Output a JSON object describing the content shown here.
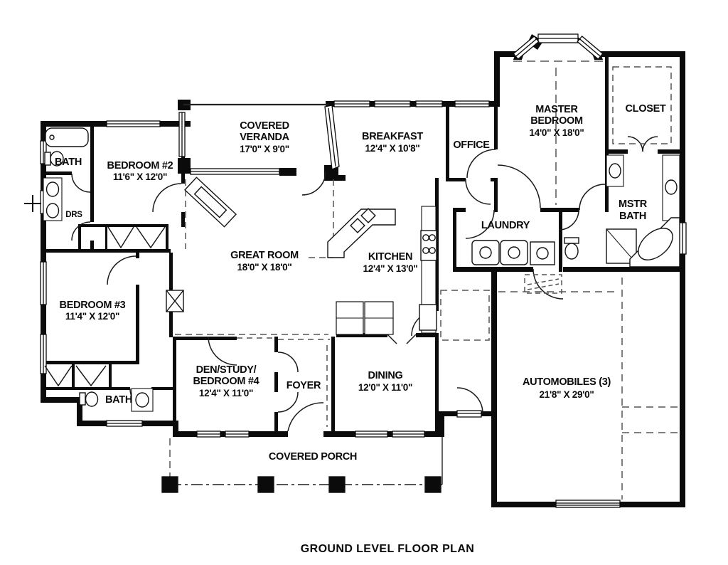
{
  "title": "GROUND LEVEL FLOOR PLAN",
  "colors": {
    "ink": "#0a0a0a",
    "paper": "#ffffff",
    "dash": "#555555"
  },
  "rooms": {
    "bath_tl": {
      "name": "BATH"
    },
    "bedroom2": {
      "name": "BEDROOM #2",
      "dims": "11'6\" X 12'0\""
    },
    "veranda": {
      "l1": "COVERED",
      "l2": "VERANDA",
      "dims": "17'0\" X 9'0\""
    },
    "breakfast": {
      "name": "BREAKFAST",
      "dims": "12'4\" X 10'8\""
    },
    "office": {
      "name": "OFFICE"
    },
    "master": {
      "l1": "MASTER",
      "l2": "BEDROOM",
      "dims": "14'0\" X 18'0\""
    },
    "closet": {
      "name": "CLOSET"
    },
    "drs": {
      "name": "DRS"
    },
    "great": {
      "name": "GREAT ROOM",
      "dims": "18'0\" X 18'0\""
    },
    "kitchen": {
      "name": "KITCHEN",
      "dims": "12'4\" X 13'0\""
    },
    "laundry": {
      "name": "LAUNDRY"
    },
    "mstr_bath": {
      "l1": "MSTR",
      "l2": "BATH"
    },
    "bedroom3": {
      "name": "BEDROOM #3",
      "dims": "11'4\" X 12'0\""
    },
    "den": {
      "l1": "DEN/STUDY/",
      "l2": "BEDROOM #4",
      "dims": "12'4\" X 11'0\""
    },
    "foyer": {
      "name": "FOYER"
    },
    "dining": {
      "name": "DINING",
      "dims": "12'0\" X 11'0\""
    },
    "bath_bl": {
      "name": "BATH"
    },
    "garage": {
      "name": "AUTOMOBILES (3)",
      "dims": "21'8\" X 29'0\""
    },
    "porch": {
      "name": "COVERED PORCH"
    }
  }
}
